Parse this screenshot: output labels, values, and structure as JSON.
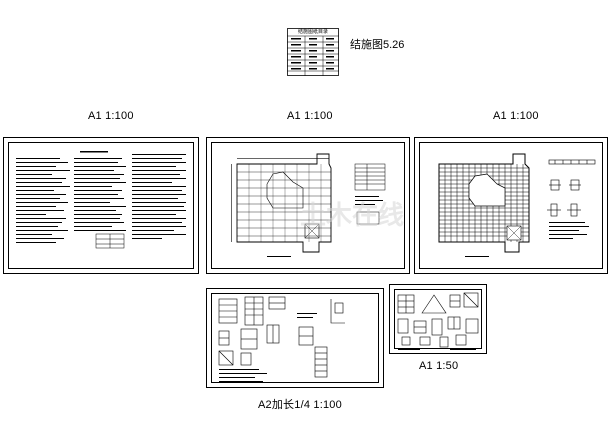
{
  "drawing_index": {
    "header": "结施图纸目录",
    "note": "结施图5.26"
  },
  "sheets": [
    {
      "id": "s1",
      "scale_label": "A1 1:100"
    },
    {
      "id": "s2",
      "scale_label": "A1 1:100"
    },
    {
      "id": "s3",
      "scale_label": "A1 1:100"
    },
    {
      "id": "s4",
      "scale_label": "A2加长1/4 1:100"
    },
    {
      "id": "s5",
      "scale_label": "A1 1:50"
    }
  ],
  "watermark": "土木在线"
}
